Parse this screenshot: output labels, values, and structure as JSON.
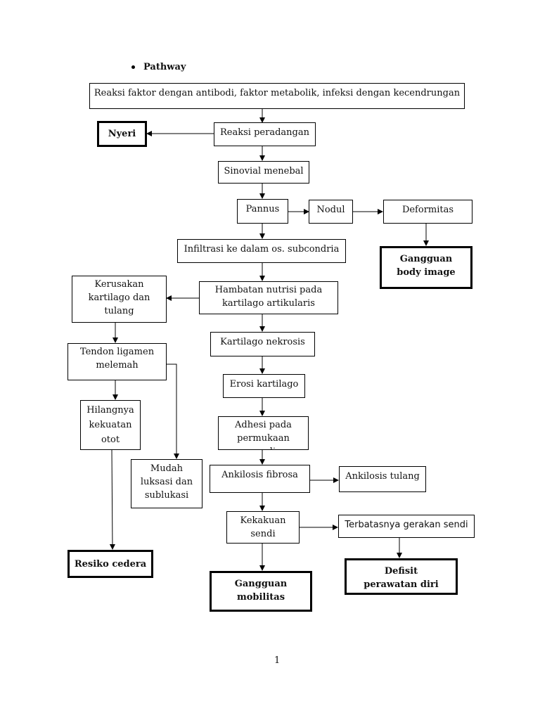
{
  "heading": "Pathway",
  "nodes": {
    "reaksi_faktor": "Reaksi faktor dengan antibodi, faktor metabolik, infeksi dengan kecendrungan",
    "nyeri": "Nyeri",
    "reaksi_peradangan": "Reaksi peradangan",
    "sinovial": "Sinovial menebal",
    "pannus": "Pannus",
    "nodul": "Nodul",
    "deformitas": "Deformitas",
    "gangguan_body_image": "Gangguan body image",
    "infiltrasi": "Infiltrasi ke dalam os. subcondria",
    "kerusakan": "Kerusakan kartilago dan tulang",
    "hambatan": "Hambatan nutrisi pada kartilago artikularis",
    "tendon": "Tendon ligamen melemah",
    "kartilago_nekrosis": "Kartilago nekrosis",
    "erosi": "Erosi kartilago",
    "hilangnya": "Hilangnya kekuatan otot",
    "adhesi": "Adhesi pada permukaan sendi",
    "mudah": "Mudah luksasi dan sublukasi",
    "ankilosis_fibrosa": "Ankilosis fibrosa",
    "ankilosis_tulang": "Ankilosis tulang",
    "kekakuan": "Kekakuan sendi",
    "terbatasnya": "Terbatasnya gerakan sendi",
    "resiko": "Resiko cedera",
    "defisit": "Defisit perawatan diri",
    "gangguan_mobilitas": "Gangguan mobilitas"
  },
  "page_number": "1"
}
